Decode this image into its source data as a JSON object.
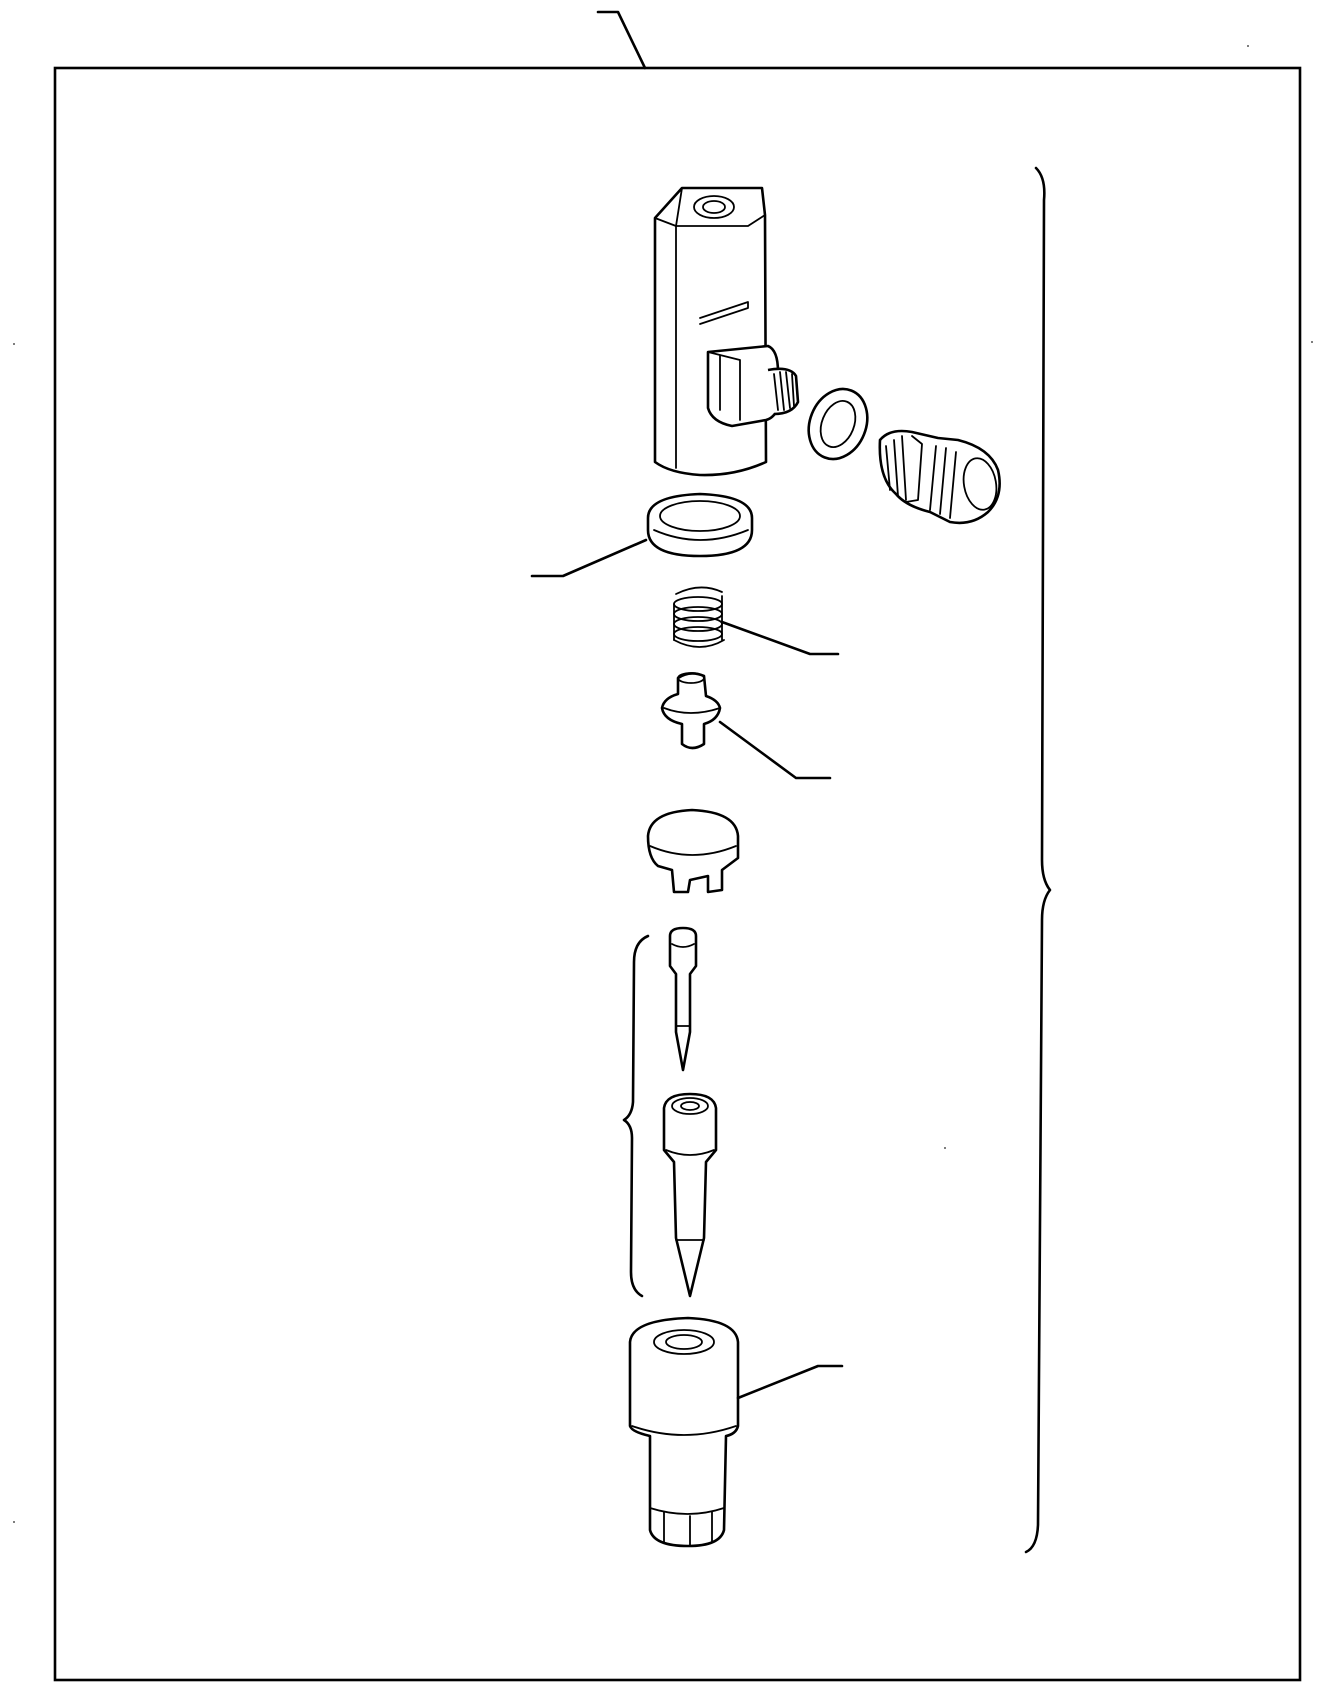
{
  "diagram": {
    "parts": [
      {
        "name": "nozzle-holder-body",
        "label": ""
      },
      {
        "name": "inlet-connector",
        "label": ""
      },
      {
        "name": "inlet-gasket",
        "label": ""
      },
      {
        "name": "holder-gasket",
        "label": ""
      },
      {
        "name": "pressure-spring",
        "label": ""
      },
      {
        "name": "pressure-spindle",
        "label": ""
      },
      {
        "name": "spacer",
        "label": ""
      },
      {
        "name": "nozzle-needle",
        "label": ""
      },
      {
        "name": "nozzle-body",
        "label": ""
      },
      {
        "name": "retaining-nut",
        "label": ""
      }
    ],
    "callouts": [
      {
        "name": "assembly",
        "text": ""
      },
      {
        "name": "holder-gasket",
        "text": ""
      },
      {
        "name": "pressure-spring",
        "text": ""
      },
      {
        "name": "pressure-spindle",
        "text": ""
      },
      {
        "name": "retaining-nut",
        "text": ""
      }
    ]
  }
}
